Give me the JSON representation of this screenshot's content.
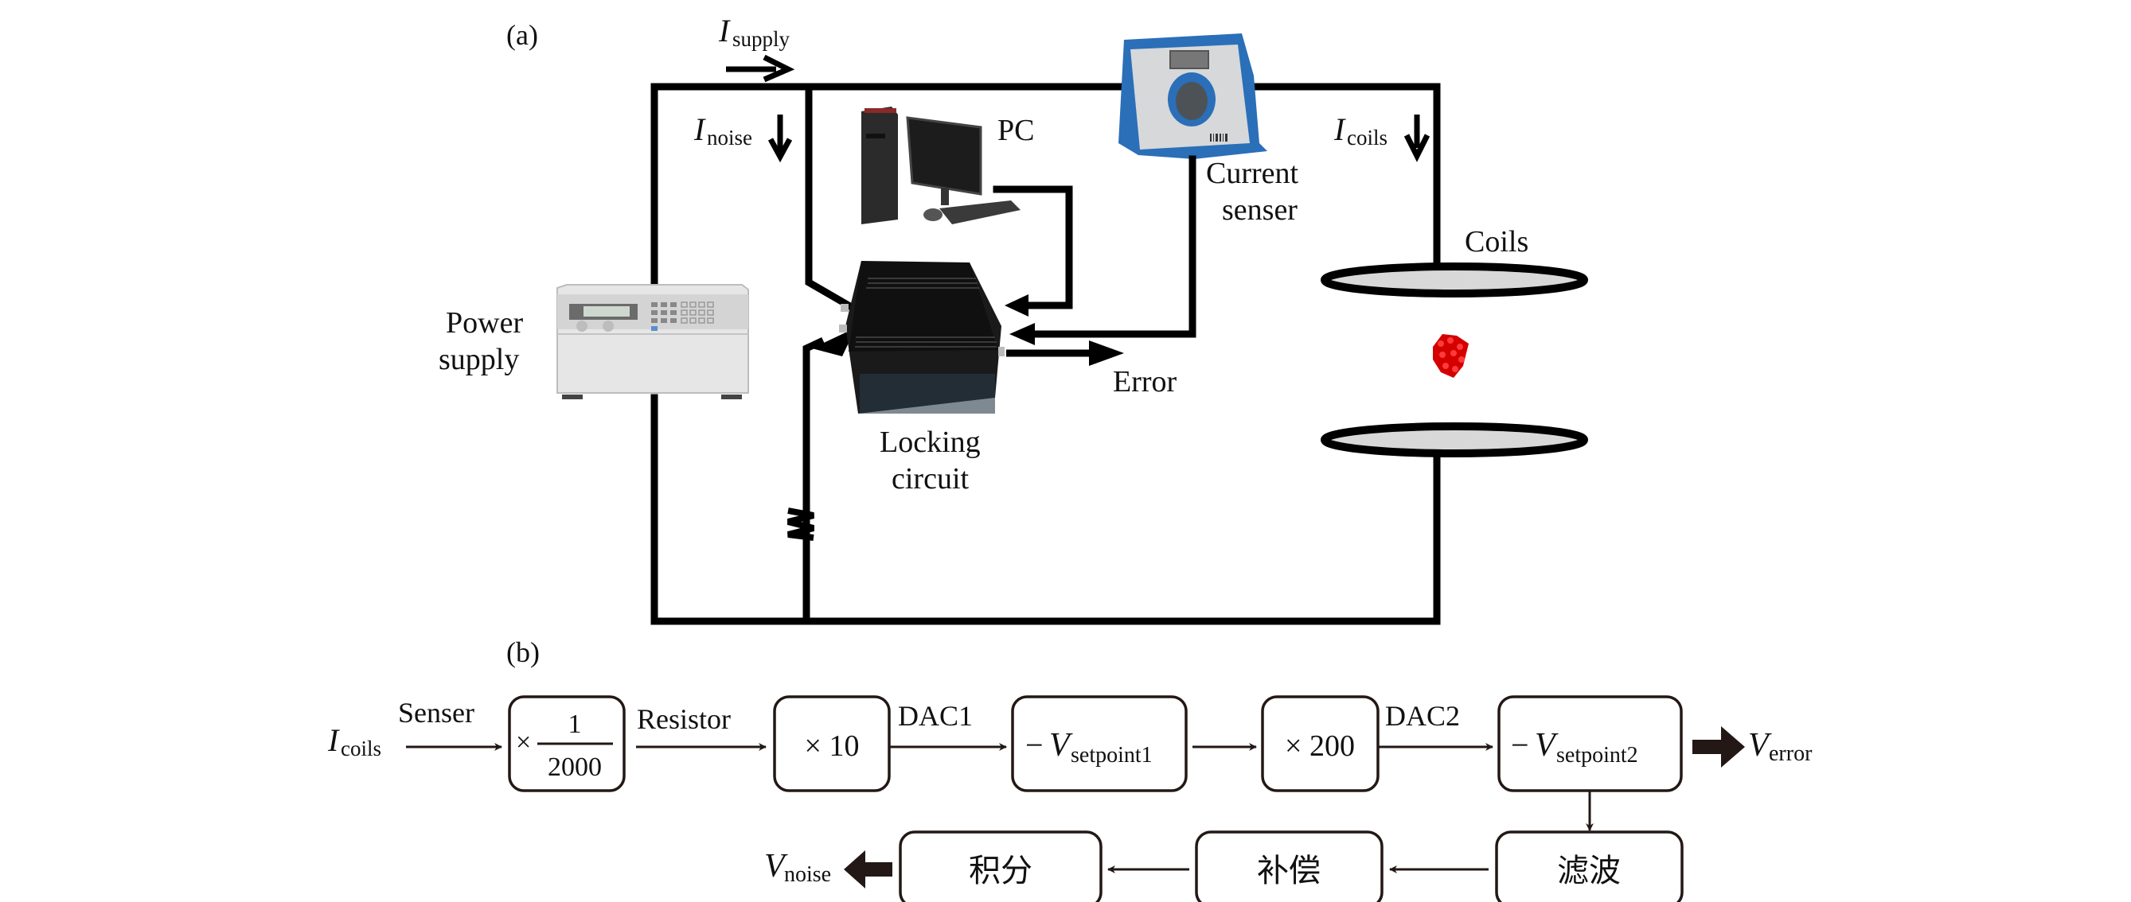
{
  "panel_a": {
    "label": "(a)",
    "currents": {
      "supply": {
        "symbol": "I",
        "subscript": "supply"
      },
      "noise": {
        "symbol": "I",
        "subscript": "noise"
      },
      "coils": {
        "symbol": "I",
        "subscript": "coils"
      }
    },
    "components": {
      "pc": "PC",
      "current_sensor_line1": "Current",
      "current_sensor_line2": "senser",
      "coils": "Coils",
      "power_supply_line1": "Power",
      "power_supply_line2": "supply",
      "locking_circuit_line1": "Locking",
      "locking_circuit_line2": "circuit",
      "error": "Error"
    },
    "colors": {
      "wire": "#000000",
      "sensor_blue": "#2a6fb8",
      "atom_cloud_red": "#d40000",
      "coil_fill": "#d8d8d8"
    }
  },
  "panel_b": {
    "label": "(b)",
    "input": {
      "symbol": "I",
      "subscript": "coils"
    },
    "top_row": [
      {
        "edge_label": "Senser",
        "box": {
          "prefix": "×",
          "numerator": "1",
          "denominator": "2000"
        }
      },
      {
        "edge_label": "Resistor",
        "box": {
          "text": "× 10"
        }
      },
      {
        "edge_label": "DAC1",
        "box": {
          "minus": "−",
          "symbol": "V",
          "subscript": "setpoint1"
        }
      },
      {
        "edge_label": "",
        "box": {
          "text": "× 200"
        }
      },
      {
        "edge_label": "DAC2",
        "box": {
          "minus": "−",
          "symbol": "V",
          "subscript": "setpoint2"
        }
      }
    ],
    "output_error": {
      "symbol": "V",
      "subscript": "error"
    },
    "bottom_row": [
      {
        "text": "滤波"
      },
      {
        "text": "补偿"
      },
      {
        "text": "积分"
      }
    ],
    "output_noise": {
      "symbol": "V",
      "subscript": "noise"
    }
  }
}
